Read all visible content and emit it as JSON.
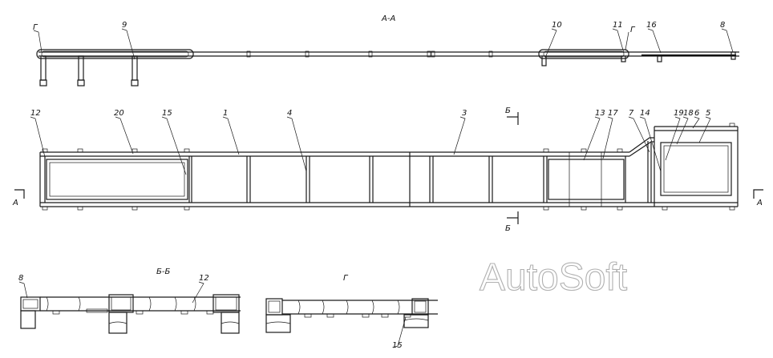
{
  "views": {
    "top_section_title": "А-А",
    "section_bb_title": "Б-Б",
    "detail_g_title": "Г"
  },
  "top_labels": {
    "g": "Г",
    "p9": "9",
    "p10": "10",
    "p11": "11",
    "g2": "Г",
    "p16": "16",
    "p8": "8"
  },
  "plan_labels": {
    "p12": "12",
    "p20": "20",
    "p15": "15",
    "p1": "1",
    "p4": "4",
    "p3": "3",
    "p13": "13",
    "p17": "17",
    "p7": "7",
    "p14": "14",
    "p19": "19",
    "p18": "18",
    "p6": "6",
    "p5": "5",
    "cut_b_top": "Б",
    "cut_b_bottom": "Б",
    "cut_a_left": "А",
    "cut_a_right": "А"
  },
  "bottom_labels": {
    "p8": "8",
    "p12": "12",
    "p15": "15"
  },
  "watermark": "AutoSoft"
}
